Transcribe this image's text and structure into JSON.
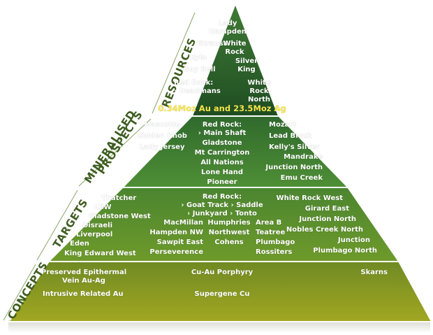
{
  "tiers": {
    "resources": "RESOURCES",
    "mineralised_line1": "MINERALISED",
    "mineralised_line2": "PROSPECTS",
    "targets": "TARGETS",
    "concepts": "CONCEPTS"
  },
  "resources": {
    "lady_hampden_1": "Lady",
    "lady_hampden_2": "Hampden",
    "strauss": "Strauss",
    "white_rock_1": "White",
    "white_rock_2": "Rock",
    "kylo": "Kylo",
    "silver_king_1": "Silver",
    "silver_king_2": "King",
    "guy_bell": "Guy Bell",
    "red_rock_1": "Red Rock:",
    "red_rock_2": "› Deadmans",
    "wrn_1": "White",
    "wrn_2": "Rock",
    "wrn_3": "North",
    "total": "0.34Moz Au and 23.5Moz Ag"
  },
  "mineralised": {
    "left": [
      "Mascotte",
      "Golden Knob",
      "Lady Jersey"
    ],
    "center": [
      "Red Rock:",
      "› Main Shaft",
      "Gladstone",
      "Mt Carrington",
      "All Nations",
      "Lone Hand",
      "Pioneer"
    ],
    "right_a": [
      "Mozart",
      "Lead Block",
      "Kelly's Silver"
    ],
    "right_b": [
      "Mandrake",
      "Junction North",
      "Emu Creek"
    ]
  },
  "targets": {
    "left": [
      "Thatcher",
      "LBW",
      "Gladstone West",
      "Disraeli",
      "Liverpool",
      "Eden",
      "King Edward West"
    ],
    "red_rock": [
      "Red Rock:",
      "› Goat Track › Saddle",
      "› Junkyard › Tonto"
    ],
    "col_a": [
      "MacMillan",
      "Hampden NW",
      "Sawpit East",
      "Perseverence"
    ],
    "col_b": [
      "Humphries",
      "Northwest",
      "Cohens"
    ],
    "col_c": [
      "Area B",
      "Teatree",
      "Plumbago",
      "Rossiters"
    ],
    "right": [
      "White Rock West",
      "Girard East",
      "Junction North",
      "Nobles Creek North",
      "Junction",
      "Plumbago North"
    ]
  },
  "concepts": {
    "epithermal_1": "Preserved Epithermal",
    "epithermal_2": "Vein Au-Ag",
    "intrusive": "Intrusive Related Au",
    "porphyry": "Cu-Au Porphyry",
    "supergene": "Supergene Cu",
    "skarns": "Skarns"
  },
  "colors": {
    "resources": "#2b5a2a",
    "mineralised": "#3b7a34",
    "targets": "#5d8f2a",
    "concepts": "#8a9a20",
    "divider": "#ffffff",
    "label": "#3e5d21",
    "highlight": "#f7e64a"
  }
}
